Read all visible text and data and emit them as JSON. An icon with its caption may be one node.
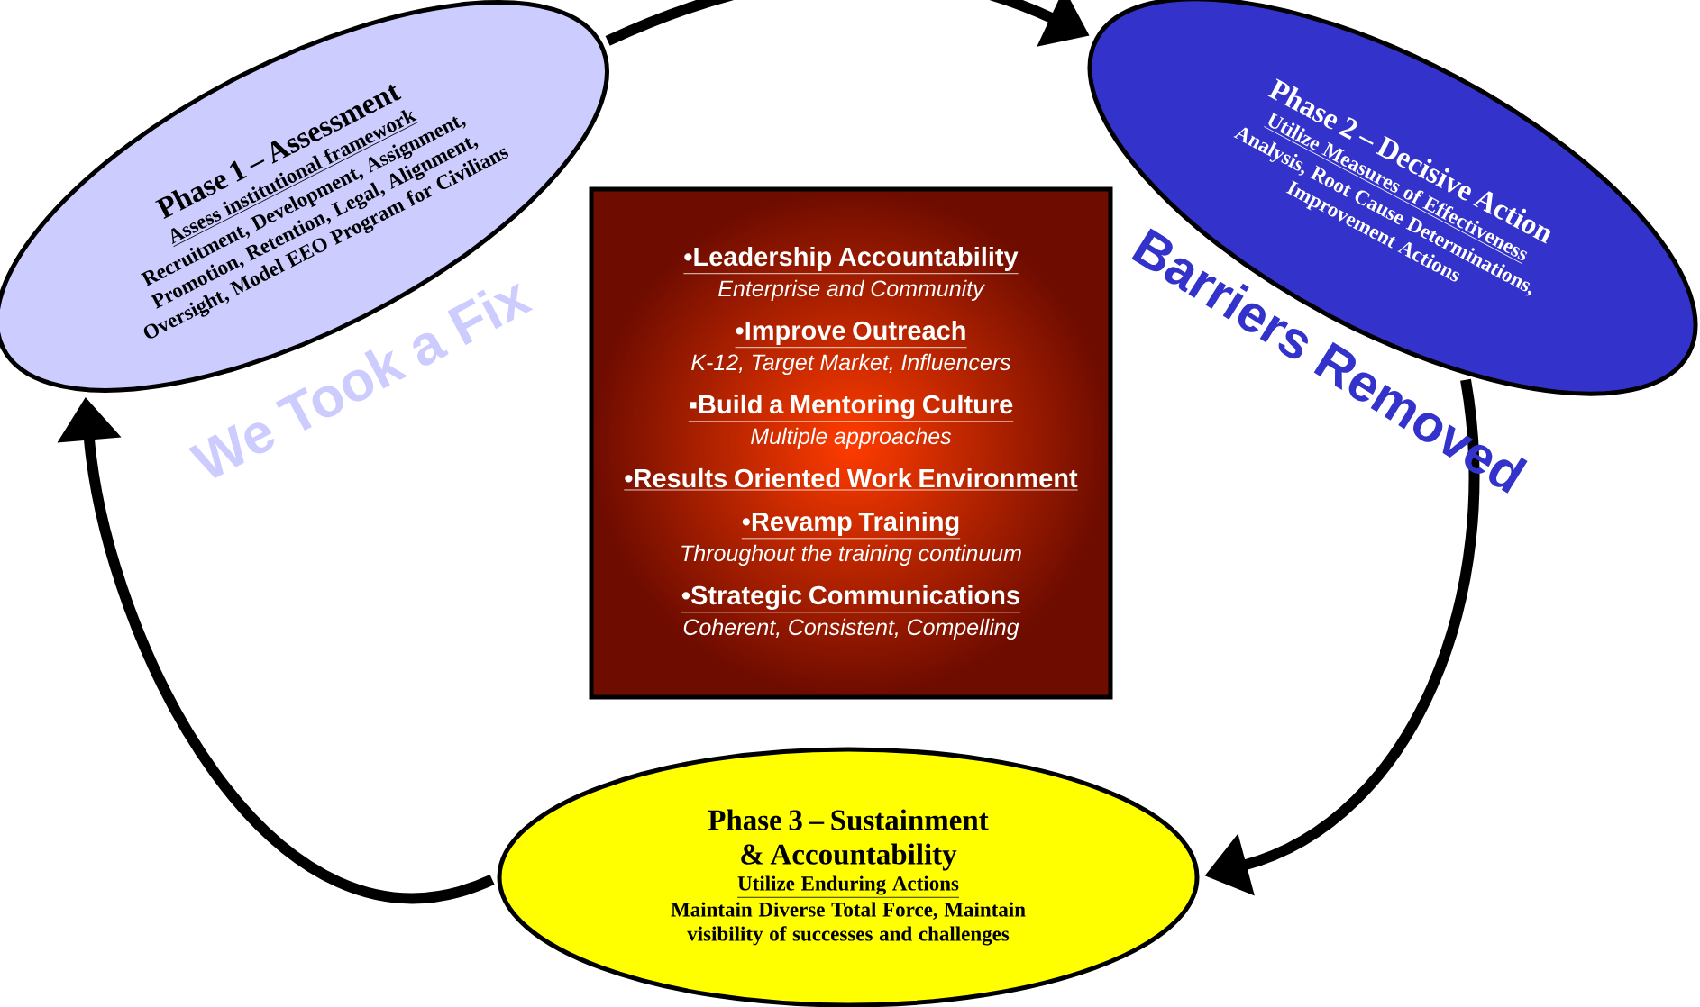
{
  "diagram": {
    "nodes": [
      {
        "text": [
          "Phase 1 – Assessment",
          "Assess institutional framework",
          "Recruitment, Development, Assignment, Promotion, Retention, Legal, Alignment, Oversight, Model EEO Program for Civilians"
        ]
      },
      {
        "text": [
          "Phase 2 – Decisive Action",
          "Utilize Measures of Effectiveness",
          "Analysis, Root Cause Determinations, Improvement Actions"
        ]
      },
      {
        "text": [
          "•Leadership Accountability",
          "Enterprise and Community",
          "•Improve Outreach",
          "K-12, Target Market, Influencers",
          "▪Build a Mentoring Culture",
          "Multiple approaches",
          "•Results Oriented Work Environment",
          "•Revamp Training",
          "Throughout the training continuum",
          "•Strategic Communications",
          "Coherent, Consistent, Compelling"
        ]
      },
      {
        "text": [
          "Phase 3 – Sustainment & Accountability",
          "Utilize Enduring Actions",
          "Maintain Diverse Total Force, Maintain visibility of successes and challenges"
        ]
      }
    ],
    "edges": [
      {
        "from": 0,
        "to": 1,
        "arrow": "to"
      },
      {
        "from": 1,
        "to": 3,
        "arrow": "to"
      },
      {
        "from": 3,
        "to": 0,
        "arrow": "to"
      }
    ],
    "labels": [
      "We Took a Fix",
      "Barriers Removed"
    ]
  }
}
